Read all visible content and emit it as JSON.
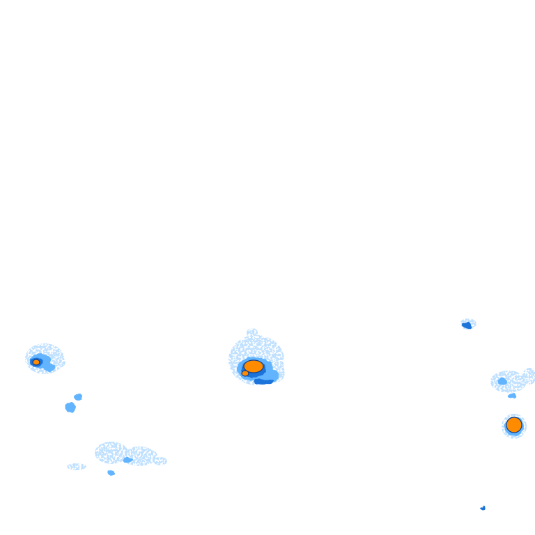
{
  "colors": {
    "background": "#ffffff",
    "light": "#bfe0ff",
    "mid": "#62b4ff",
    "strong": "#1a73d9",
    "core": "#ff8c00",
    "core_outline": "#123e8a"
  },
  "cells": [
    {
      "id": "cell-west",
      "has_core": true
    },
    {
      "id": "cell-central",
      "has_core": true
    },
    {
      "id": "cell-east",
      "has_core": true
    },
    {
      "id": "cell-northeast",
      "has_core": false
    }
  ]
}
